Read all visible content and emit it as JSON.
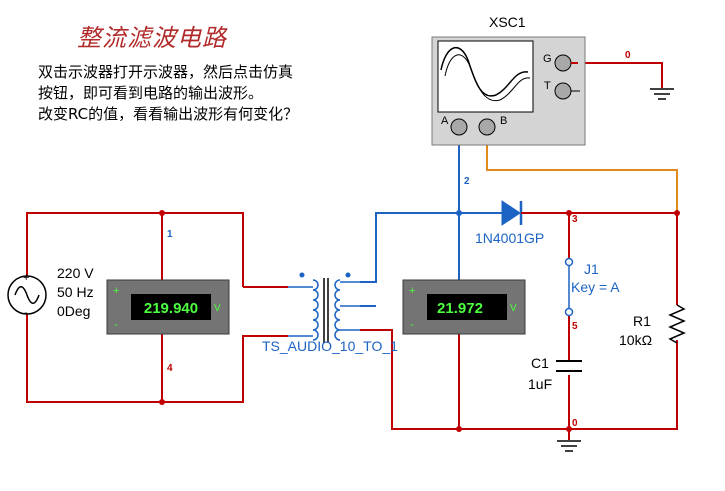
{
  "title": "整流滤波电路",
  "instructions": [
    "双击示波器打开示波器，然后点击仿真",
    "按钮，即可看到电路的输出波形。",
    "改变RC的值，看看输出波形有何变化？"
  ],
  "oscilloscope": {
    "name": "XSC1",
    "terminals": {
      "g": "G",
      "t": "T",
      "a": "A",
      "b": "B"
    }
  },
  "source": {
    "voltage": "220 V",
    "frequency": "50 Hz",
    "phase": "0Deg"
  },
  "meter_left": {
    "value": "219.940",
    "unit": "V",
    "plus": "+",
    "minus": "-"
  },
  "meter_right": {
    "value": "21.972",
    "unit": "V",
    "plus": "+",
    "minus": "-"
  },
  "transformer": {
    "label": "TS_AUDIO_10_TO_1"
  },
  "diode": {
    "label": "1N4001GP"
  },
  "switch": {
    "name": "J1",
    "key": "Key = A"
  },
  "capacitor": {
    "name": "C1",
    "value": "1uF"
  },
  "resistor": {
    "name": "R1",
    "value": "10kΩ"
  },
  "nodes": {
    "n0_top": "0",
    "n0_bottom": "0",
    "n1": "1",
    "n2": "2",
    "n3": "3",
    "n4": "4",
    "n5": "5"
  },
  "colors": {
    "wire_red": "#c00000",
    "wire_blue": "#1c63c4",
    "wire_orange": "#e08a1e",
    "node_label_red": "#c00000",
    "node_label_blue": "#1c63c4"
  }
}
